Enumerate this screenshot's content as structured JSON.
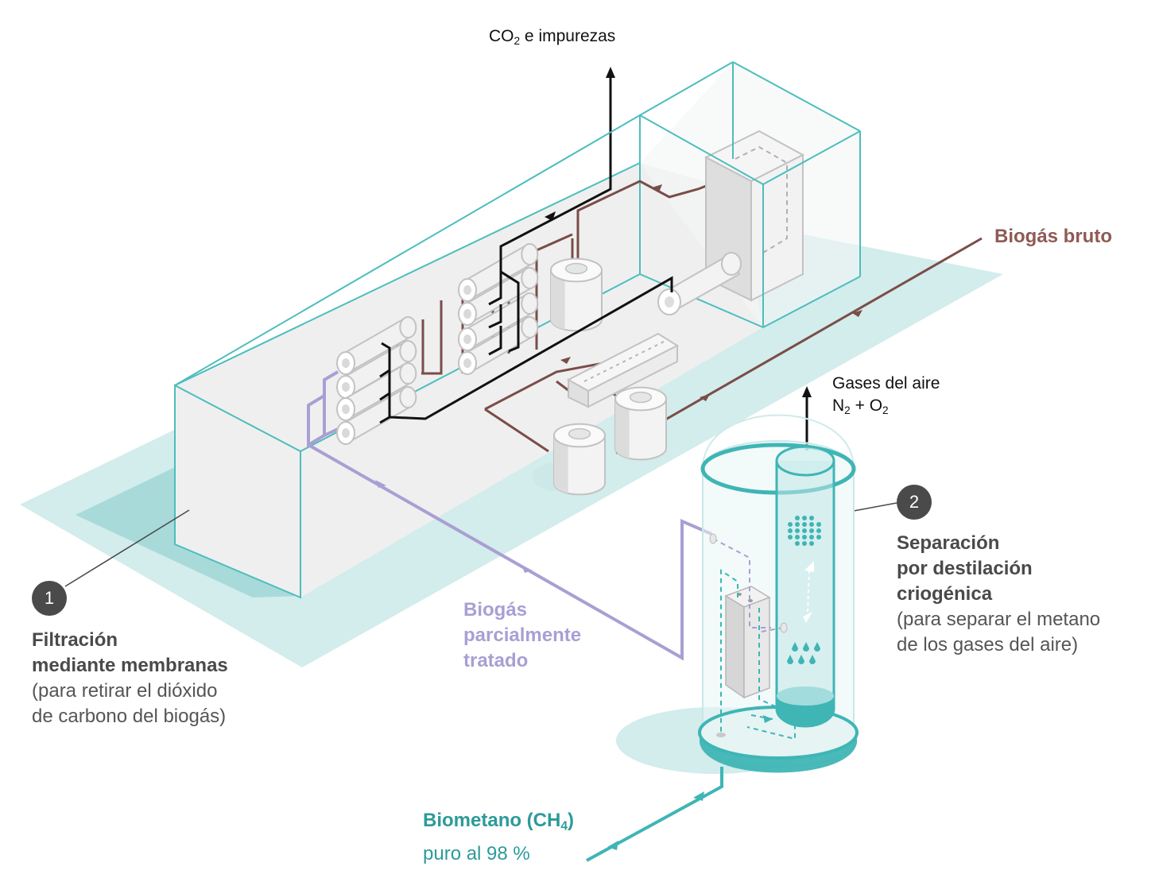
{
  "labels": {
    "co2_main": "CO",
    "co2_sub": "2",
    "co2_rest": " e impurezas",
    "raw_biogas": "Biogás bruto",
    "air_gases_title": "Gases del aire",
    "air_n": "N",
    "air_n_sub": "2",
    "air_plus_o": " + O",
    "air_o_sub": "2",
    "partial_biogas": [
      "Biogás",
      "parcialmente",
      "tratado"
    ],
    "biomethane_main": "Biometano (CH",
    "biomethane_sub": "4",
    "biomethane_close": ")",
    "biomethane_purity": "puro al 98 %"
  },
  "steps": [
    {
      "number": "1",
      "title_lines": [
        "Filtración",
        "mediante membranas"
      ],
      "desc_lines": [
        "(para retirar el dióxido",
        "de carbono del biogás)"
      ]
    },
    {
      "number": "2",
      "title_lines": [
        "Separación",
        "por destilación",
        "criogénica"
      ],
      "desc_lines": [
        "(para separar el metano",
        "de los gases del aire)"
      ]
    }
  ],
  "colors": {
    "container_line": "#4dbdbd",
    "floor_shadow": "#d3ecec",
    "floor_shadow_dark": "#a8dada",
    "raw_biogas_pipe": "#7a4d48",
    "co2_pipe": "#111111",
    "partial_pipe": "#a99fd3",
    "biomethane_pipe": "#3fb5b5",
    "equipment_fill": "#ececec",
    "equipment_line": "#c2c2c2"
  },
  "icons": {
    "flow_arrow": "triangle-arrow-icon",
    "membrane_module": "membrane-cylinder-icon",
    "compressor": "compressor-tank-icon",
    "distillation_column": "cryogenic-column-icon"
  }
}
